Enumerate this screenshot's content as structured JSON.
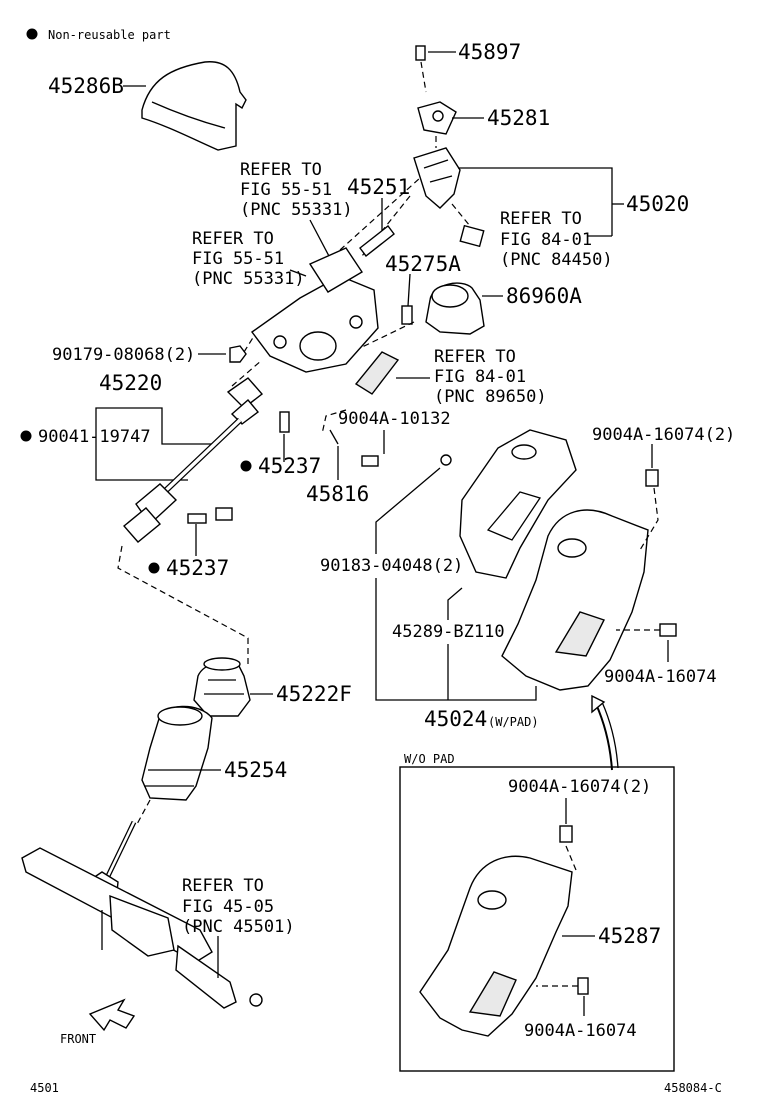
{
  "legend": {
    "bullet_text": "Non-reusable part"
  },
  "labels": {
    "p45286B": "45286B",
    "p45897": "45897",
    "p45281": "45281",
    "p45020": "45020",
    "p45251": "45251",
    "p45275A": "45275A",
    "p86960A": "86960A",
    "p90179": "90179-08068(2)",
    "p45220": "45220",
    "p90041": "90041-19747",
    "p45237a": "45237",
    "p45237b": "45237",
    "p9004A_10132": "9004A-10132",
    "p45816": "45816",
    "p9004A_16074_2_top": "9004A-16074(2)",
    "p90183": "90183-04048(2)",
    "p45289": "45289-BZ110",
    "p9004A_16074_right": "9004A-16074",
    "p45024": "45024",
    "p45024_suffix": "(W/PAD)",
    "p45222F": "45222F",
    "p45254": "45254",
    "p9004A_16074_2_box": "9004A-16074(2)",
    "p45287": "45287",
    "p9004A_16074_box": "9004A-16074"
  },
  "refs": {
    "r1": [
      "REFER TO",
      "FIG 55-51",
      "(PNC 55331)"
    ],
    "r2": [
      "REFER TO",
      "FIG 55-51",
      "(PNC 55331)"
    ],
    "r3": [
      "REFER TO",
      "FIG 84-01",
      "(PNC 84450)"
    ],
    "r4": [
      "REFER TO",
      "FIG 84-01",
      "(PNC 89650)"
    ],
    "r5": [
      "REFER TO",
      "FIG 45-05",
      "(PNC 45501)"
    ]
  },
  "box": {
    "title": "W/O PAD"
  },
  "footer": {
    "front": "FRONT",
    "left_code": "4501",
    "right_code": "458084-C"
  }
}
